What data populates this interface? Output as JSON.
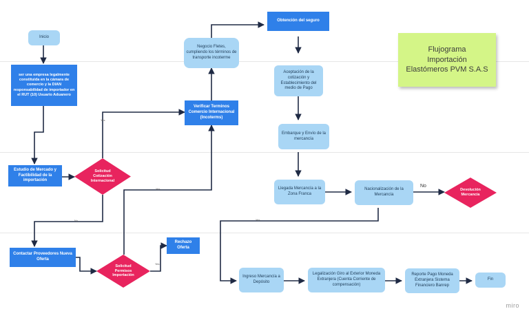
{
  "title": {
    "line1": "Flujograma",
    "line2": "Importación",
    "line3": "Elastómeros PVM S.A.S"
  },
  "nodes": {
    "inicio": "Inicio",
    "registro": "ser una empresa legalmente constituida en la cámara de comercio y la DIAN responsabilidad de importador en el RUT (10) Usuario Aduanero",
    "estudio": "Estudio de Mercado y Factibilidad de la importación",
    "solicitud_cotizacion": "Solicitud Cotización Internacional",
    "contactar": "Contactar Proveedores Nueva Oferta",
    "solicitud_permisos": "Solicitud Permisos Importación",
    "rechazo": "Rechazo Oferta",
    "verificar": "Verificar Terminos Comercio Internacional (Incoterms)",
    "negocio": "Negocio Fletes, cumpliendo los términos de transporte incoterme",
    "seguro": "Obtención del seguro",
    "aceptacion": "Aceptación de la cotización y Establecimiento del medio de Pago",
    "embarque": "Embarque y Envío de la mercancía",
    "llegada": "Llegada Mercancía a la Zona Franca",
    "nacionalizacion": "Nacionalización de la Mercancía",
    "devolucion": "Devolución Mercancía",
    "ingreso": "Ingreso Mercancía a Depósito",
    "legalizacion": "Legalización Giro al Exterior Moneda Extranjera (Cuenta Corriente de compensación)",
    "reporte": "Reporte Pago Moneda Extranjera Sistema Financiero Banrep",
    "fin": "Fin"
  },
  "edge_labels": {
    "no": "No",
    "yes1": "Yes",
    "no1": "No",
    "yes2": "Yes",
    "yes3": "Yes",
    "yes4": "Yes"
  },
  "brand": "miro",
  "colors": {
    "dark_box": "#2f80e9",
    "light_box": "#a9d6f5",
    "decision": "#e8245e",
    "sticky": "#d4f587",
    "line": "#1f2a44"
  }
}
